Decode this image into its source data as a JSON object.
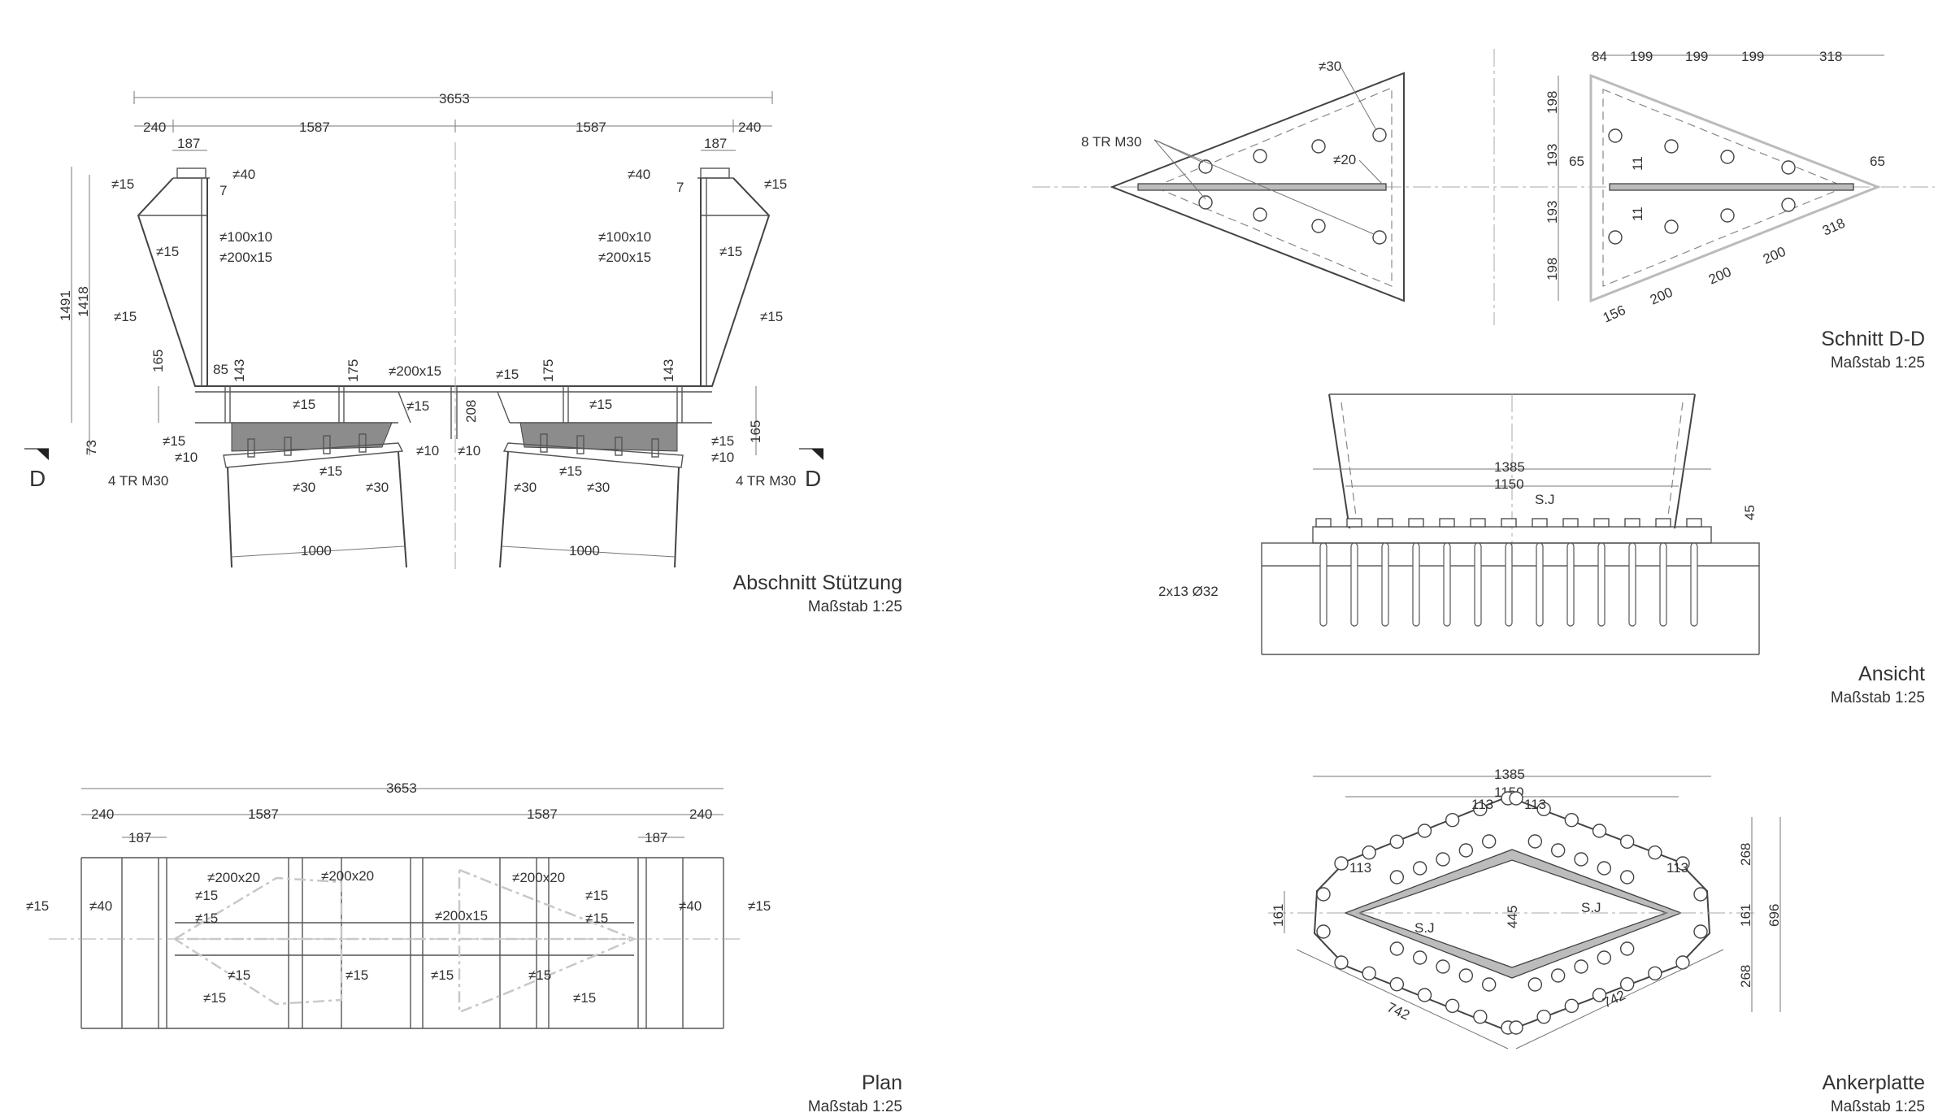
{
  "views": {
    "abschnitt": {
      "title": "Abschnitt Stützung",
      "scale": "Maßstab 1:25",
      "dims": {
        "overall": "3653",
        "side_l": "240",
        "half_l": "1587",
        "half_r": "1587",
        "side_r": "240",
        "top_l": "187",
        "top_r": "187",
        "plate_l": "≠40",
        "plate_r": "≠40",
        "gap_l": "7",
        "gap_r": "7",
        "flange_tl": "≠15",
        "flange_tr": "≠15",
        "web_l": "≠15",
        "web_r": "≠15",
        "stiff_a_l": "≠100x10",
        "stiff_b_l": "≠200x15",
        "stiff_a_r": "≠100x10",
        "stiff_b_r": "≠200x15",
        "side_web_l": "≠15",
        "side_web_r": "≠15",
        "h_1491": "1491",
        "h_1418": "1418",
        "h_73": "73",
        "h_165_l": "165",
        "h_165_r": "165",
        "d_85": "85",
        "d_143_l": "143",
        "d_143_r": "143",
        "d_175_l": "175",
        "d_175_r": "175",
        "d_208": "208",
        "mid_plate": "≠200x15",
        "mid_15": "≠15",
        "bot_15_a": "≠15",
        "bot_15_b": "≠15",
        "bot_15_c": "≠15",
        "low_15_l": "≠15",
        "low_10_l": "≠10",
        "low_15_r": "≠15",
        "low_10_r": "≠10",
        "cent_10_l": "≠10",
        "cent_10_r": "≠10",
        "bolt_l": "4 TR M30",
        "bolt_r": "4 TR M30",
        "pl30_l1": "≠30",
        "pl15_l": "≠15",
        "pl30_l2": "≠30",
        "pl30_r1": "≠30",
        "pl15_r": "≠15",
        "pl30_r2": "≠30",
        "base_l": "1000",
        "base_r": "1000",
        "sec_l": "D",
        "sec_r": "D"
      }
    },
    "schnitt": {
      "title": "Schnitt D-D",
      "scale": "Maßstab 1:25",
      "dims": {
        "bolts": "8 TR M30",
        "plate30": "≠30",
        "plate20": "≠20",
        "t84": "84",
        "t199a": "199",
        "t199b": "199",
        "t199c": "199",
        "t318": "318",
        "v198a": "198",
        "v193a": "193",
        "v193b": "193",
        "v198b": "198",
        "e65l": "65",
        "e65r": "65",
        "i11a": "11",
        "i11b": "11",
        "b156": "156",
        "b200a": "200",
        "b200b": "200",
        "b200c": "200",
        "b318": "318"
      }
    },
    "ansicht": {
      "title": "Ansicht",
      "scale": "Maßstab 1:25",
      "dims": {
        "w1385": "1385",
        "w1150": "1150",
        "sj": "S.J",
        "h45": "45",
        "anchors": "2x13 Ø32"
      }
    },
    "plan": {
      "title": "Plan",
      "scale": "Maßstab 1:25",
      "dims": {
        "overall": "3653",
        "side_l": "240",
        "half_l": "1587",
        "half_r": "1587",
        "side_r": "240",
        "top_l": "187",
        "top_r": "187",
        "out15_l": "≠15",
        "out40_l": "≠40",
        "out40_r": "≠40",
        "out15_r": "≠15",
        "p200x20_l": "≠200x20",
        "p200x20_m": "≠200x20",
        "p200x20_r": "≠200x20",
        "p200x15": "≠200x15",
        "a15": "≠15",
        "b15": "≠15",
        "c15": "≠15",
        "d15": "≠15",
        "e15": "≠15",
        "f15": "≠15",
        "g15": "≠15",
        "h15": "≠15",
        "i15": "≠15",
        "j15": "≠15"
      }
    },
    "ankerplatte": {
      "title": "Ankerplatte",
      "scale": "Maßstab 1:25",
      "dims": {
        "w1385": "1385",
        "w1150": "1150",
        "s113a": "113",
        "s113b": "113",
        "s113c": "113",
        "s113d": "113",
        "h161l": "161",
        "h268a": "268",
        "h161r": "161",
        "h268b": "268",
        "h696": "696",
        "d445": "445",
        "sj1": "S.J",
        "sj2": "S.J",
        "d742l": "742",
        "d742r": "742"
      }
    }
  }
}
